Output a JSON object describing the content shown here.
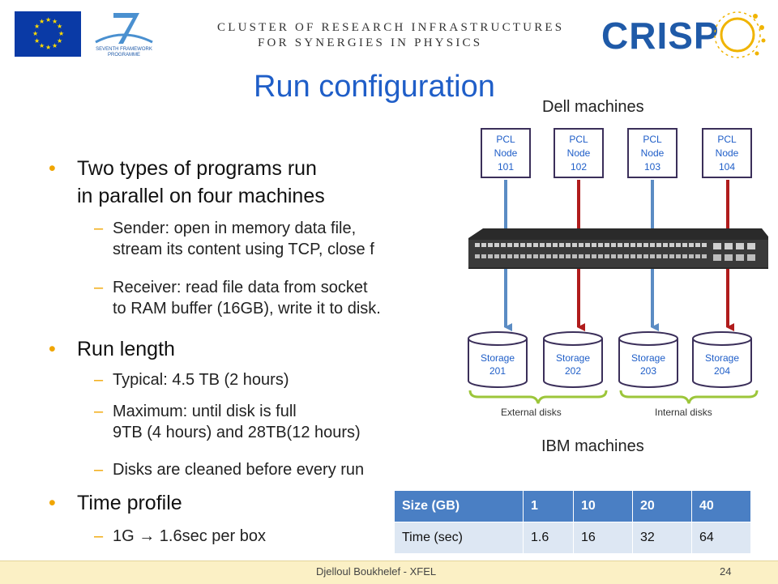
{
  "header": {
    "line1": "CLUSTER OF RESEARCH INFRASTRUCTURES",
    "line2": "FOR SYNERGIES IN PHYSICS",
    "crisp_logo_text": "CRISP",
    "fp7_logo_text": "SEVENTH FRAMEWORK PROGRAMME",
    "eu_flag_color": "#0a3aa6"
  },
  "title": "Run configuration",
  "diagram": {
    "top_group_label": "Dell machines",
    "bottom_group_label": "IBM machines",
    "nodes": [
      {
        "line1": "PCL",
        "line2": "Node",
        "line3": "101"
      },
      {
        "line1": "PCL",
        "line2": "Node",
        "line3": "102"
      },
      {
        "line1": "PCL",
        "line2": "Node",
        "line3": "103"
      },
      {
        "line1": "PCL",
        "line2": "Node",
        "line3": "104"
      }
    ],
    "storage": [
      {
        "line1": "Storage",
        "line2": "201"
      },
      {
        "line1": "Storage",
        "line2": "202"
      },
      {
        "line1": "Storage",
        "line2": "203"
      },
      {
        "line1": "Storage",
        "line2": "204"
      }
    ],
    "external_label": "External disks",
    "internal_label": "Internal disks",
    "blue_color": "#5b8cc4",
    "red_color": "#b01c1c",
    "storage_border_color": "#3b2f5a",
    "bracket_color": "#9cc63a"
  },
  "bullets": {
    "b1_line1": "Two types of  programs run",
    "b1_line2": "in parallel on four machines",
    "b1_sub1_line1": "Sender: open in memory data file,",
    "b1_sub1_line2": "stream its content using TCP, close f",
    "b1_sub2_line1": "Receiver: read file data from socket",
    "b1_sub2_line2": "to RAM buffer (16GB), write it to disk.",
    "b2": "Run length",
    "b2_sub1": "Typical: 4.5 TB (2 hours)",
    "b2_sub2_line1": "Maximum: until disk is full",
    "b2_sub2_line2": "9TB (4 hours) and 28TB(12 hours)",
    "b2_sub3": "Disks are cleaned before every run",
    "b3": "Time profile",
    "b3_sub1": "1G  →  1.6sec per box",
    "bullet_glyph": "•",
    "dash_glyph": "–"
  },
  "table": {
    "header": [
      "Size (GB)",
      "1",
      "10",
      "20",
      "40"
    ],
    "row": [
      "Time (sec)",
      "1.6",
      "16",
      "32",
      "64"
    ]
  },
  "footer": {
    "author": "Djelloul Boukhelef - XFEL",
    "page": "24"
  }
}
